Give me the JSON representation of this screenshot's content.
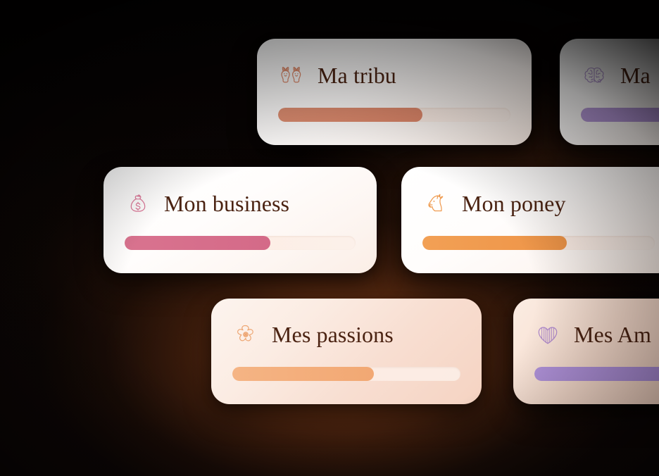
{
  "background": {
    "base_color": "#060303",
    "glow_color": "#84401a",
    "description": "dark near-black backdrop with warm brown radial glow centred low-centre"
  },
  "theme": {
    "title_color": "#4b2312",
    "track_color": "#fde9de",
    "card_surface": "#ffffff"
  },
  "cards": [
    {
      "id": "ma-tribu",
      "title": "Ma tribu",
      "icon": "two-bunnies-icon",
      "icon_color": "#e08a6a",
      "progress": 62,
      "fill_color": "#e08f72",
      "fill_color_end": "#dd8669",
      "surface": "plain",
      "truncated": false
    },
    {
      "id": "ma-tete",
      "title": "Ma tête",
      "visible_title": "Ma",
      "icon": "brain-icon",
      "icon_color": "#b69ad4",
      "progress": 62,
      "fill_color": "#b79ada",
      "fill_color_end": "#ae8fd3",
      "surface": "plain",
      "truncated": true
    },
    {
      "id": "mon-business",
      "title": "Mon business",
      "icon": "money-bag-icon",
      "icon_color": "#dd7a9a",
      "progress": 63,
      "fill_color": "#d9738f",
      "fill_color_end": "#d46a88",
      "surface": "plain",
      "truncated": false
    },
    {
      "id": "mon-poney",
      "title": "Mon poney",
      "icon": "pony-head-icon",
      "icon_color": "#ef9b50",
      "progress": 62,
      "fill_color": "#f2a055",
      "fill_color_end": "#ee9447",
      "surface": "plain",
      "truncated": false
    },
    {
      "id": "mes-passions",
      "title": "Mes passions",
      "icon": "cherry-blossom-icon",
      "icon_color": "#eda571",
      "progress": 62,
      "fill_color": "#f5b484",
      "fill_color_end": "#f2a873",
      "surface": "tint",
      "truncated": false
    },
    {
      "id": "mes-amours",
      "title": "Mes Amours",
      "visible_title": "Mes Am",
      "icon": "striped-heart-icon",
      "icon_color": "#b28ccd",
      "progress": 100,
      "fill_color": "#b193da",
      "fill_color_end": "#a98ad6",
      "surface": "tint-strong",
      "truncated": true
    }
  ]
}
